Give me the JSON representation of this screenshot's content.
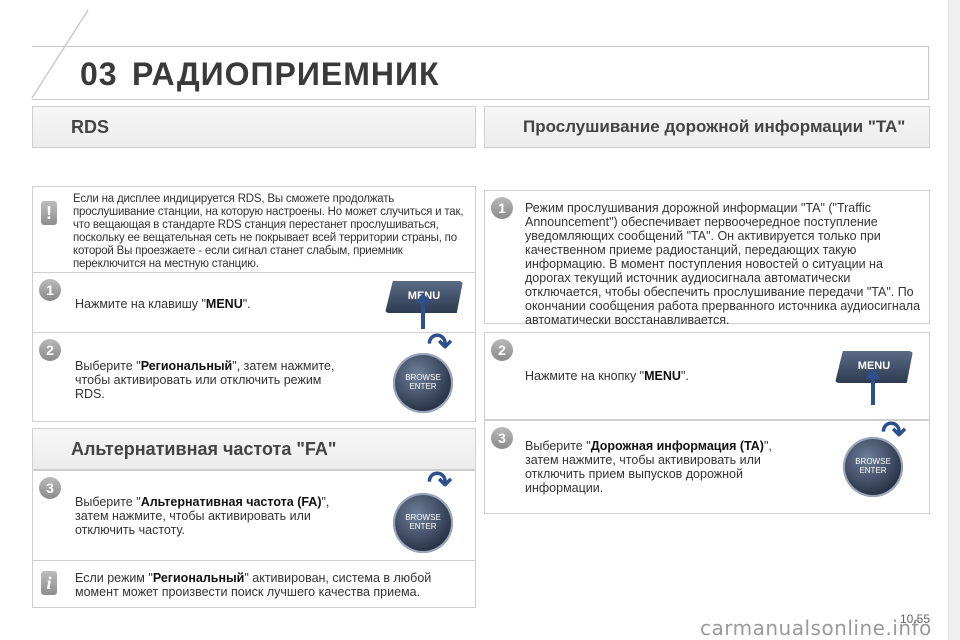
{
  "header": {
    "chapter_number": "03",
    "title": "РАДИОПРИЕМНИК"
  },
  "left": {
    "rds_title": "RDS",
    "info_text": "Если на дисплее индицируется RDS, Вы сможете продолжать прослушивание станции, на которую настроены. Но может случиться и так, что вещающая в стандарте RDS станция перестанет прослушиваться, поскольку ее вещательная сеть не покрывает всей территории страны, по которой Вы проезжаете - если сигнал станет слабым, приемник переключится на местную станцию.",
    "step1": {
      "num": "1",
      "pre": "Нажмите на клавишу \"",
      "bold": "MENU",
      "post": "\"."
    },
    "step2": {
      "num": "2",
      "pre": "Выберите \"",
      "bold": "Региональный",
      "post": "\", затем нажмите, чтобы активировать или отключить режим RDS."
    },
    "fa_title": "Альтернативная частота \"FA\"",
    "step3": {
      "num": "3",
      "pre": "Выберите \"",
      "bold": "Альтернативная частота (FA)",
      "post": "\", затем нажмите, чтобы активировать или отключить частоту."
    },
    "info2": {
      "pre": "Если режим \"",
      "bold": "Региональный",
      "post": "\" активирован, система в любой момент может произвести поиск лучшего качества приема."
    }
  },
  "right": {
    "ta_title": "Прослушивание дорожной информации \"TA\"",
    "step1": {
      "num": "1",
      "text": "Режим прослушивания дорожной информации \"TA\" (\"Traffic Announcement\") обеспечивает первоочередное поступление уведомляющих сообщений \"TA\". Он активируется только при качественном приеме радиостанций, передающих такую информацию. В момент поступления новостей о ситуации на дорогах текущий источник аудиосигнала автоматически отключается, чтобы обеспечить прослушивание передачи \"TA\". По окончании сообщения работа прерванного источника аудиосигнала автоматически восстанавливается."
    },
    "step2": {
      "num": "2",
      "pre": "Нажмите на кнопку \"",
      "bold": "MENU",
      "post": "\"."
    },
    "step3": {
      "num": "3",
      "pre": "Выберите \"",
      "bold": "Дорожная информация (TA)",
      "post": "\", затем нажмите, чтобы активировать или отключить прием выпусков дорожной информации."
    }
  },
  "controls": {
    "menu_label": "MENU",
    "knob_line1": "BROWSE",
    "knob_line2": "ENTER"
  },
  "icons": {
    "warning": "!",
    "info": "i",
    "rotate": "↷"
  },
  "footer": {
    "page": "10.55",
    "watermark": "carmanualsonline.info"
  }
}
